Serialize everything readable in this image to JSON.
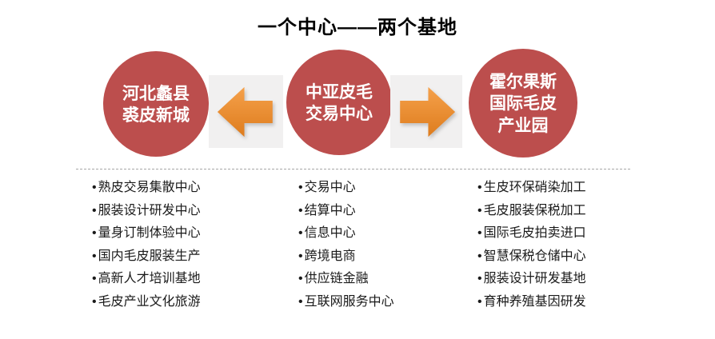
{
  "title": "一个中心——两个基地",
  "bullet": "•",
  "colors": {
    "circle_red": "#BC4E4D",
    "arrow_orange_top": "#F5A14B",
    "arrow_orange_bottom": "#DE7C1D",
    "tile_gray": "#F1F0F0",
    "divider_gray": "#A8A8A8"
  },
  "left_base": {
    "label_lines": [
      "河北蠡县",
      "裘皮新城"
    ],
    "items": [
      "熟皮交易集散中心",
      "服装设计研发中心",
      "量身订制体验中心",
      "国内毛皮服装生产",
      "高新人才培训基地",
      "毛皮产业文化旅游"
    ]
  },
  "center": {
    "label_lines": [
      "中亚皮毛",
      "交易中心"
    ],
    "items": [
      "交易中心",
      "结算中心",
      "信息中心",
      "跨境电商",
      "供应链金融",
      "互联网服务中心"
    ]
  },
  "right_base": {
    "label_lines": [
      "霍尔果斯",
      "国际毛皮",
      "产业园"
    ],
    "items": [
      "生皮环保硝染加工",
      "毛皮服装保税加工",
      "国际毛皮拍卖进口",
      "智慧保税仓储中心",
      "服装设计研发基地",
      "育种养殖基因研发"
    ]
  },
  "arrows": [
    {
      "direction": "left"
    },
    {
      "direction": "right"
    }
  ]
}
